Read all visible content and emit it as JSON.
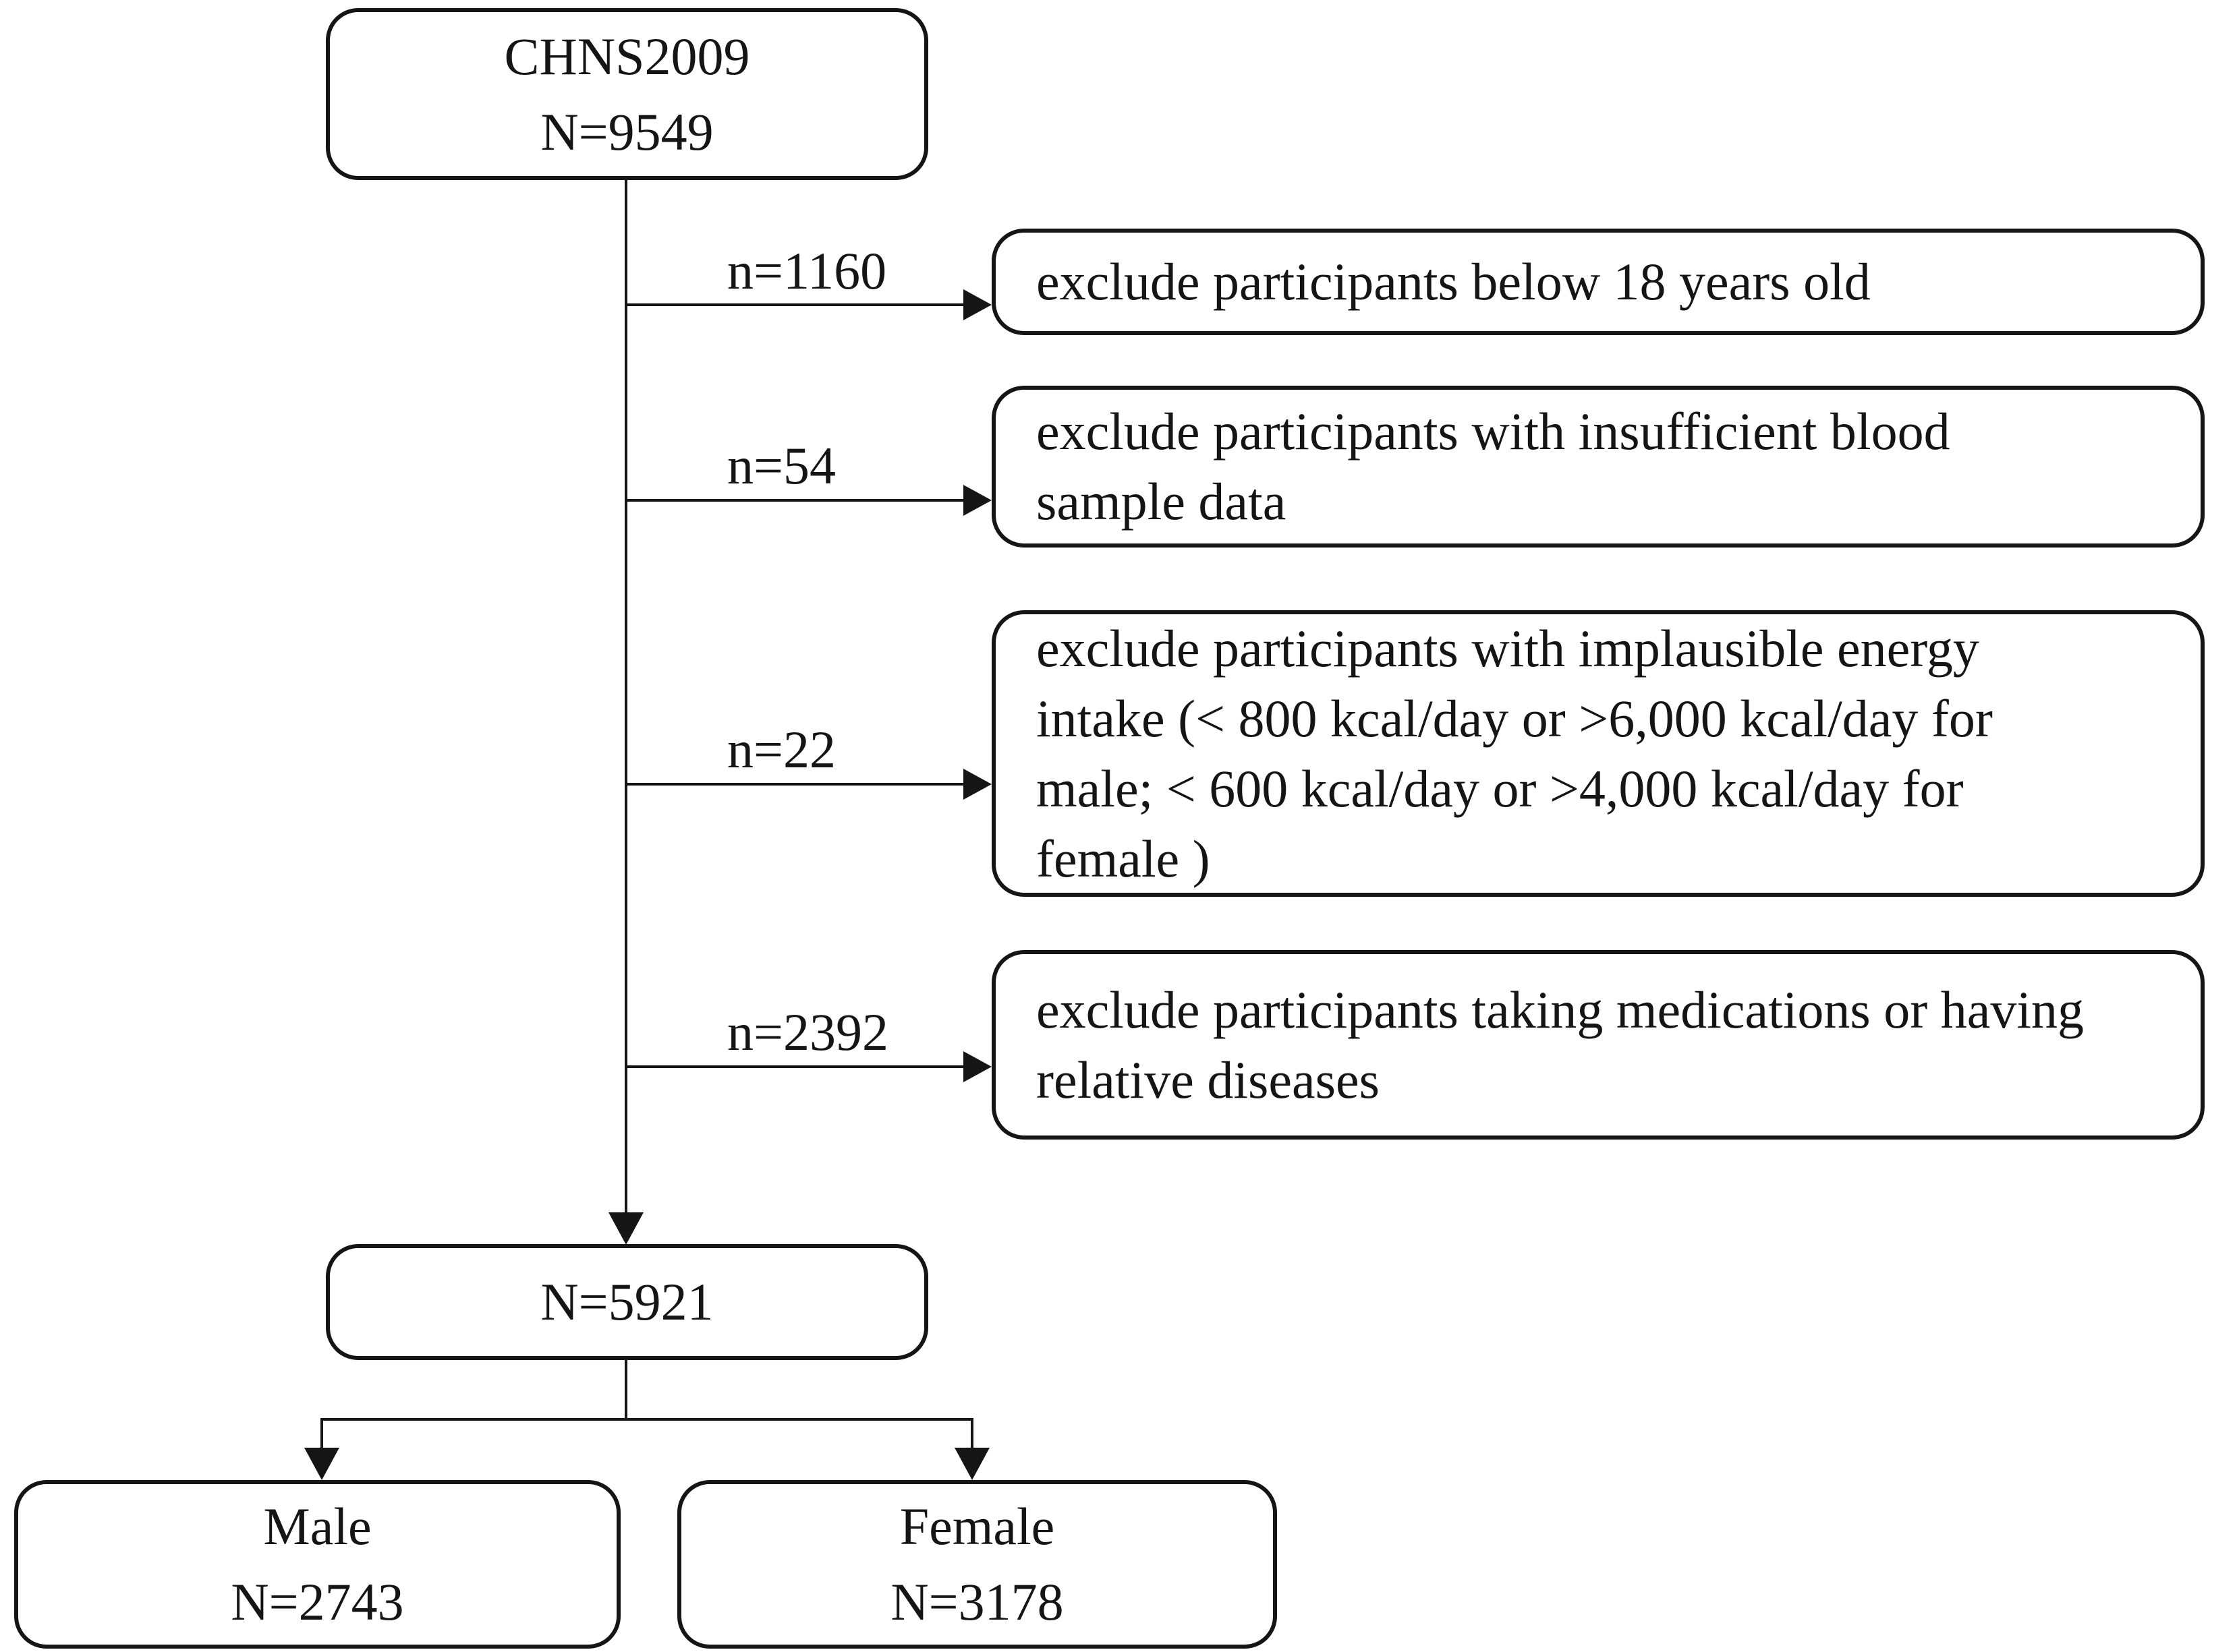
{
  "diagram": {
    "source_box": {
      "lines": [
        "CHNS2009",
        "N=9549"
      ]
    },
    "exclusions": [
      {
        "count_label": "n=1160",
        "lines": [
          "exclude participants below 18 years old"
        ]
      },
      {
        "count_label": "n=54",
        "lines": [
          "exclude participants with insufficient blood",
          "sample data"
        ]
      },
      {
        "count_label": "n=22",
        "lines": [
          "exclude participants with implausible energy",
          "intake (< 800 kcal/day or >6,000 kcal/day for",
          "male; < 600 kcal/day or >4,000 kcal/day for",
          "female )"
        ]
      },
      {
        "count_label": "n=2392",
        "lines": [
          "exclude participants taking medications or having",
          "relative diseases"
        ]
      }
    ],
    "included_box": {
      "lines": [
        "N=5921"
      ]
    },
    "male_box": {
      "lines": [
        "Male",
        "N=2743"
      ]
    },
    "female_box": {
      "lines": [
        "Female",
        "N=3178"
      ]
    }
  },
  "colors": {
    "stroke": "#151515",
    "text": "#151515",
    "background": "#ffffff"
  }
}
